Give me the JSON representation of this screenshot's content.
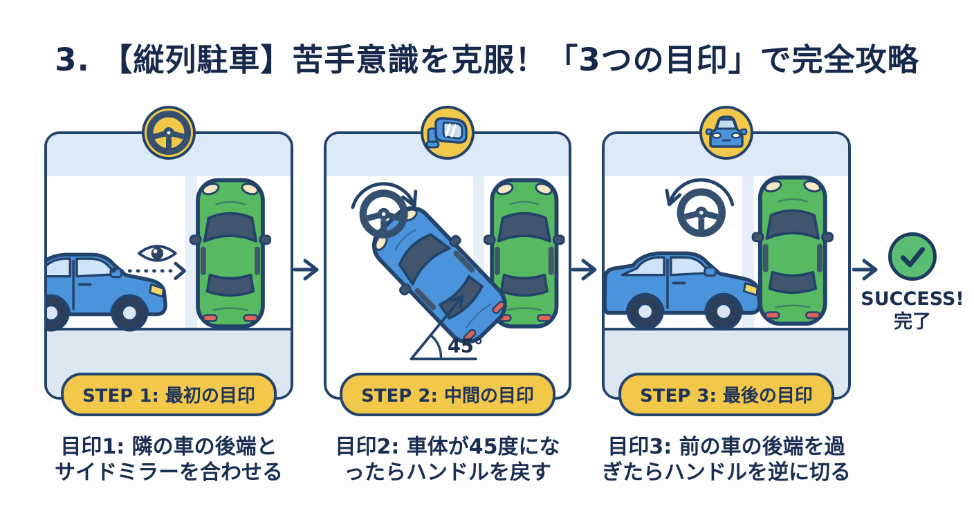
{
  "title": "3. 【縦列駐車】苦手意識を克服！「3つの目印」で完全攻略",
  "steps": [
    {
      "badge_icon": "steering-wheel-icon",
      "label": "STEP 1: 最初の目印",
      "desc_line1": "目印1: 隣の車の後端と",
      "desc_line2": "サイドミラーを合わせる"
    },
    {
      "badge_icon": "side-mirror-icon",
      "label": "STEP 2: 中間の目印",
      "desc_line1": "目印2: 車体が45度にな",
      "desc_line2": "ったらハンドルを戻す",
      "annotation": "45°"
    },
    {
      "badge_icon": "car-icon",
      "label": "STEP 3: 最後の目印",
      "desc_line1": "目印3: 前の車の後端を過",
      "desc_line2": "ぎたらハンドルを逆に切る"
    }
  ],
  "result": {
    "line1": "SUCCESS!",
    "line2": "完了"
  },
  "colors": {
    "navy_outline": "#24436b",
    "text_navy": "#1b2e52",
    "accent_yellow": "#f2c84b",
    "panel_band_blue": "#dce9f6",
    "road_blue": "#dde7f2",
    "car_blue": "#4b94dc",
    "car_green": "#57b961",
    "check_green": "#5abd72"
  }
}
